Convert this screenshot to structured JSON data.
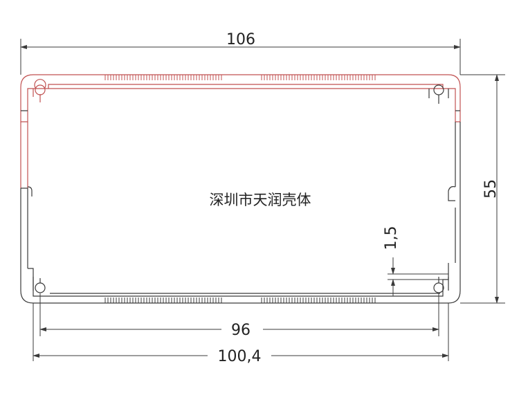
{
  "drawing": {
    "dimensions": {
      "top_width": "106",
      "height": "55",
      "inner_width": "96",
      "bottom_width": "100,4",
      "wall_thickness": "1,5"
    },
    "watermark": "深圳市天润壳体",
    "colors": {
      "line": "#3a3a3a",
      "outer_profile": "#c05050",
      "background": "#ffffff"
    }
  }
}
